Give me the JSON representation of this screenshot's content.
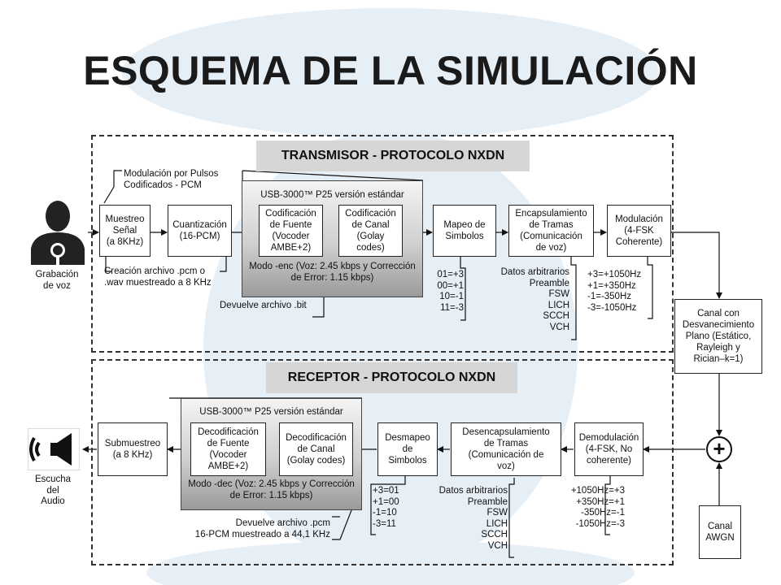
{
  "title": "ESQUEMA DE LA SIMULACIÓN",
  "tx": {
    "header": "TRANSMISOR  - PROTOCOLO NXDN",
    "grabacion": "Grabación\nde voz",
    "pcm_note": "Modulación por Pulsos\nCodificados - PCM",
    "muestreo": "Muestreo\nSeñal\n(a 8KHz)",
    "cuantizacion": "Cuantización\n(16-PCM)",
    "creacion_note": "Creación archivo .pcm o\n.wav muestreado a 8 KHz",
    "usb_title": "USB-3000™ P25 versión estándar",
    "cod_fuente": "Codificación\nde Fuente\n(Vocoder\nAMBE+2)",
    "cod_canal": "Codificación\nde Canal\n(Golay\ncodes)",
    "modo_enc": "Modo -enc (Voz: 2.45 kbps y Corrección\nde Error: 1.15 kbps)",
    "devuelve_bit": "Devuelve archivo .bit",
    "mapeo": "Mapeo de\nSimbolos",
    "mapeo_list": "01=+3\n00=+1\n10=-1\n11=-3",
    "encapsulamiento": "Encapsulamiento\nde Tramas\n(Comunicación\nde voz)",
    "tramas_list": "Datos arbitrarios\nPreamble\nFSW\nLICH\nSCCH\nVCH",
    "modulacion": "Modulación\n(4-FSK\nCoherente)",
    "mod_list": "+3=+1050Hz\n+1=+350Hz\n-1=-350Hz\n-3=-1050Hz"
  },
  "canal": "Canal con\nDesvanecimiento\nPlano (Estático,\nRayleigh y\nRician–k=1)",
  "awgn": "Canal\nAWGN",
  "sum_symbol": "+",
  "rx": {
    "header": "RECEPTOR  - PROTOCOLO NXDN",
    "escucha": "Escucha\ndel\nAudio",
    "submuestreo": "Submuestreo\n(a 8 KHz)",
    "usb_title": "USB-3000™ P25 versión estándar",
    "dec_fuente": "Decodificación\nde Fuente\n(Vocoder\nAMBE+2)",
    "dec_canal": "Decodificación\nde Canal\n(Golay codes)",
    "modo_dec": "Modo -dec (Voz: 2.45 kbps y Corrección\nde Error: 1.15 kbps)",
    "devuelve_pcm": "Devuelve archivo .pcm\n16-PCM muestreado a 44,1 KHz",
    "desmapeo": "Desmapeo\nde\nSimbolos",
    "desmapeo_list": "+3=01\n+1=00\n-1=10\n-3=11",
    "desencapsulamiento": "Desencapsulamiento\nde Tramas\n(Comunicación de\nvoz)",
    "tramas_list": "Datos arbitrarios\nPreamble\nFSW\nLICH\nSCCH\nVCH",
    "demodulacion": "Demodulación\n(4-FSK, No\ncoherente)",
    "demod_list": "+1050Hz=+3\n+350Hz=+1\n-350Hz=-1\n-1050Hz=-3"
  }
}
